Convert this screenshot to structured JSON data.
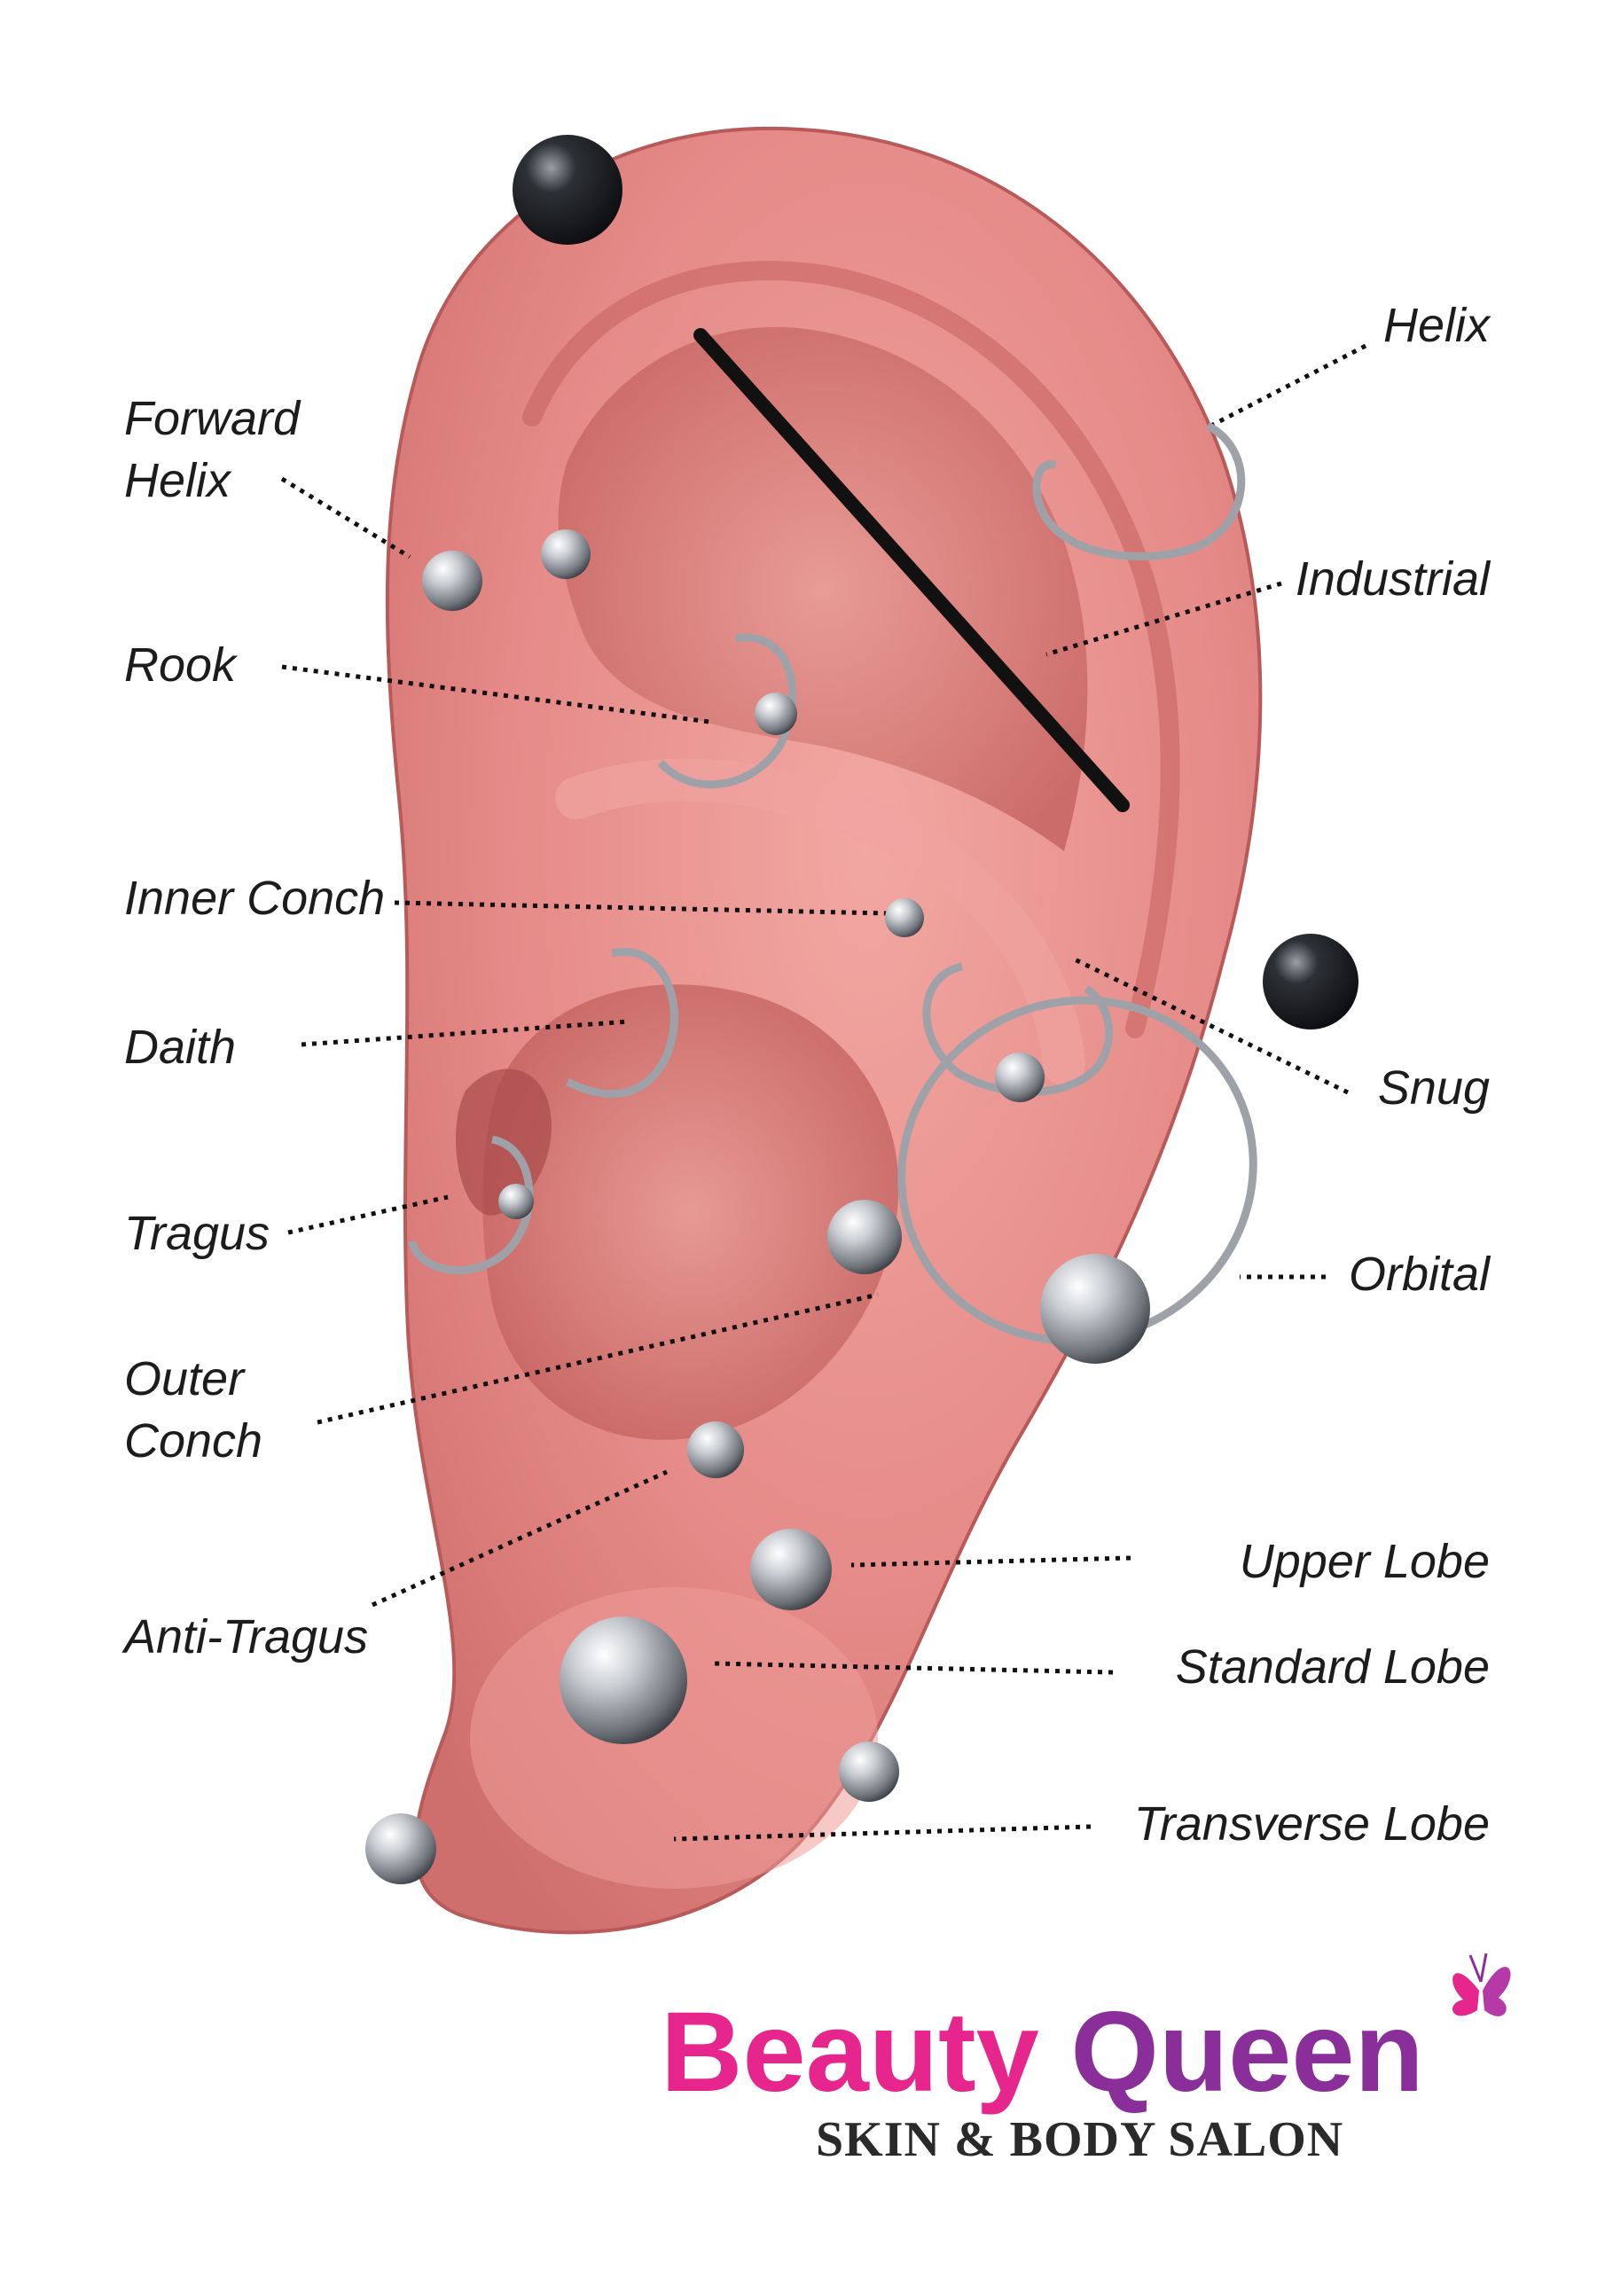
{
  "labels": {
    "forward_helix_line1": "Forward",
    "forward_helix_line2": "Helix",
    "helix": "Helix",
    "industrial": "Industrial",
    "rook": "Rook",
    "inner_conch": "Inner Conch",
    "daith": "Daith",
    "snug": "Snug",
    "tragus": "Tragus",
    "orbital": "Orbital",
    "outer_conch_line1": "Outer",
    "outer_conch_line2": "Conch",
    "anti_tragus": "Anti-Tragus",
    "upper_lobe": "Upper Lobe",
    "standard_lobe": "Standard Lobe",
    "transverse_lobe": "Transverse Lobe"
  },
  "brand": {
    "word1": "Beauty",
    "word2": "Queen",
    "tagline": "SKIN & BODY SALON",
    "color_pink": "#e6268c",
    "color_purple": "#8a2f9a"
  },
  "colors": {
    "ear_skin": "#e58a88",
    "ear_shadow": "#c5605f",
    "jewelry": "#9ea2a8"
  }
}
